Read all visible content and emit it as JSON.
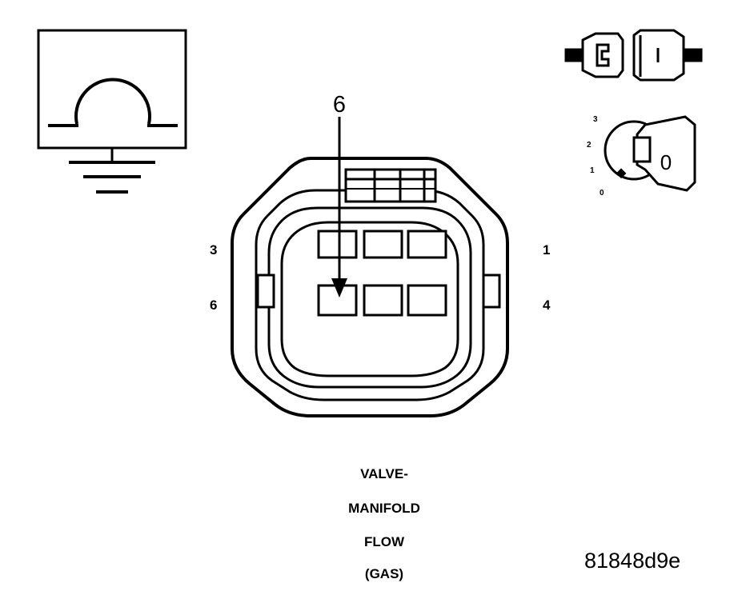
{
  "diagram": {
    "callout_pin": "6",
    "pin_labels": {
      "top_left": "3",
      "bottom_left": "6",
      "top_right": "1",
      "bottom_right": "4"
    },
    "caption": [
      "VALVE-",
      "MANIFOLD",
      "FLOW",
      "(GAS)"
    ],
    "figure_id": "81848d9e",
    "ignition_key": {
      "positions": [
        "3",
        "2",
        "1",
        "0"
      ],
      "key_mark": "0"
    },
    "icons": [
      "ohmmeter-ground-icon",
      "connector-disconnected-icon",
      "ignition-key-off-icon"
    ]
  }
}
